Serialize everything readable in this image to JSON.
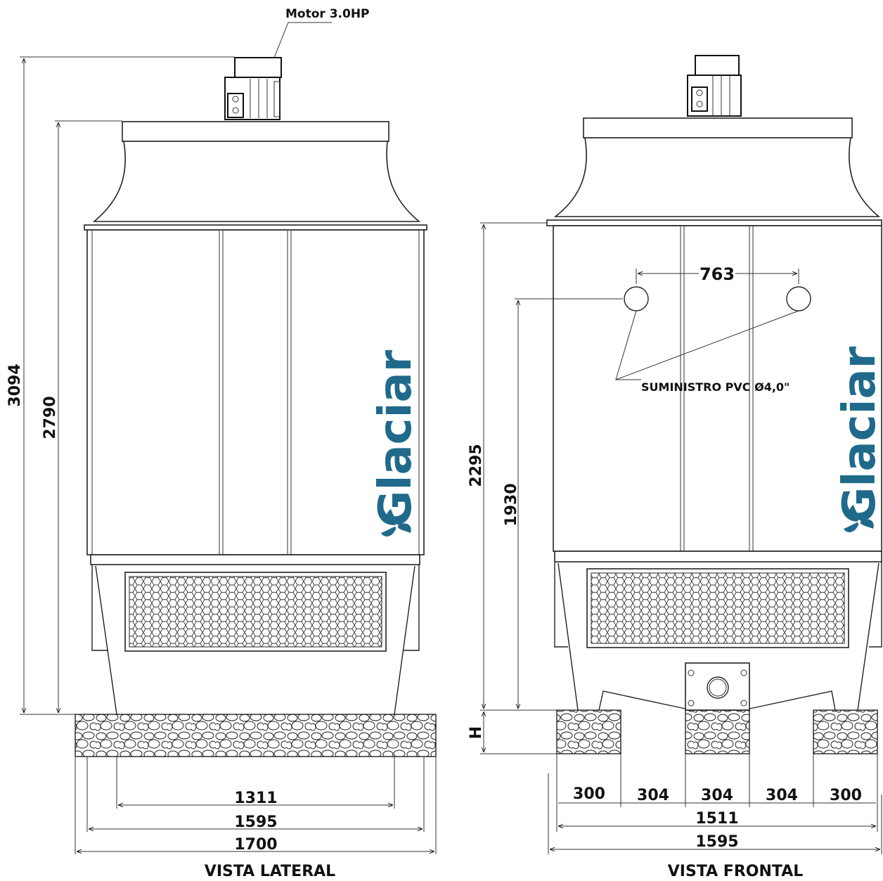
{
  "brand": {
    "name": "Glaciar",
    "color": "#1f6a8a"
  },
  "annotations": {
    "motor": "Motor 3.0HP",
    "supply": "SUMINISTRO PVC Ø4,0\""
  },
  "side_view": {
    "title": "VISTA LATERAL",
    "dims": {
      "total_height": "3094",
      "body_height": "2790",
      "inner_width": "1311",
      "width": "1595",
      "base_width": "1700"
    }
  },
  "front_view": {
    "title": "VISTA FRONTAL",
    "dims": {
      "height": "2295",
      "inlet_height": "1930",
      "inlet_spacing": "763",
      "base_height": "H",
      "segment_1": "300",
      "segment_2": "304",
      "segment_3": "304",
      "segment_4": "304",
      "segment_5": "300",
      "inner_width": "1511",
      "width": "1595"
    }
  }
}
